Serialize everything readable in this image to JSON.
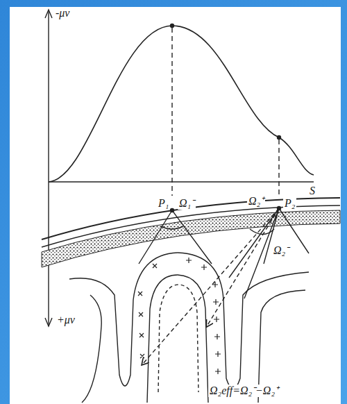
{
  "diagram": {
    "labels": [
      "-μv",
      "S",
      "+μv",
      "P₁",
      "Ω₁⁻",
      "Ω₂⁺",
      "P₂",
      "Ω₂⁻",
      "Ω₂eff=Ω₂⁻−Ω₂⁺"
    ]
  }
}
